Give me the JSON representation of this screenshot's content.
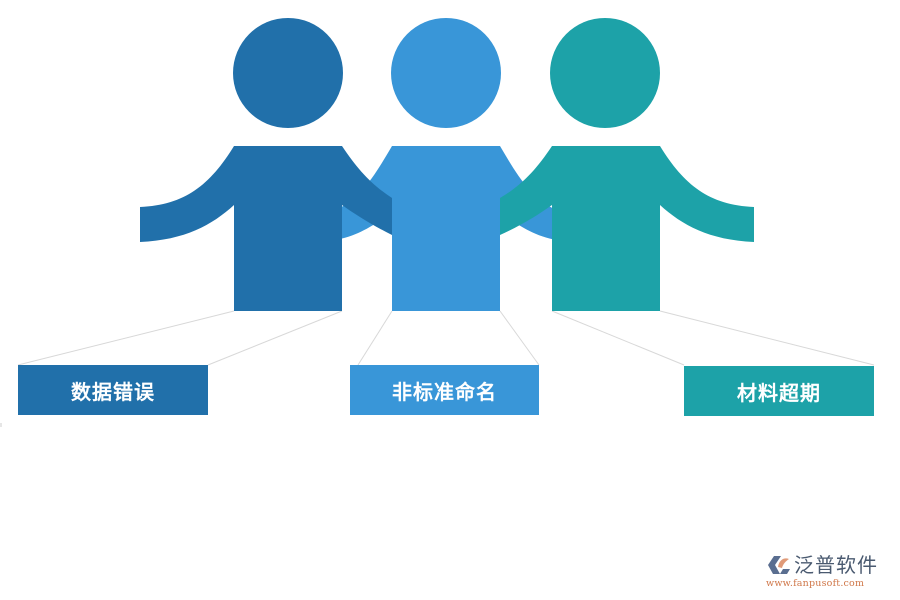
{
  "diagram": {
    "type": "three-people-issue-diagram",
    "people": [
      {
        "name": "person-left",
        "color": "#2170AA",
        "label": "数据错误"
      },
      {
        "name": "person-middle",
        "color": "#3996D8",
        "label": "非标准命名"
      },
      {
        "name": "person-right",
        "color": "#1DA2A8",
        "label": "材料超期"
      }
    ],
    "connector_color": "#D8D8D8"
  },
  "labels": {
    "left": "数据错误",
    "middle": "非标准命名",
    "right": "材料超期"
  },
  "watermark": {
    "brand": "泛普软件",
    "url": "www.fanpusoft.com",
    "icon": "fanpu-logo-icon"
  }
}
